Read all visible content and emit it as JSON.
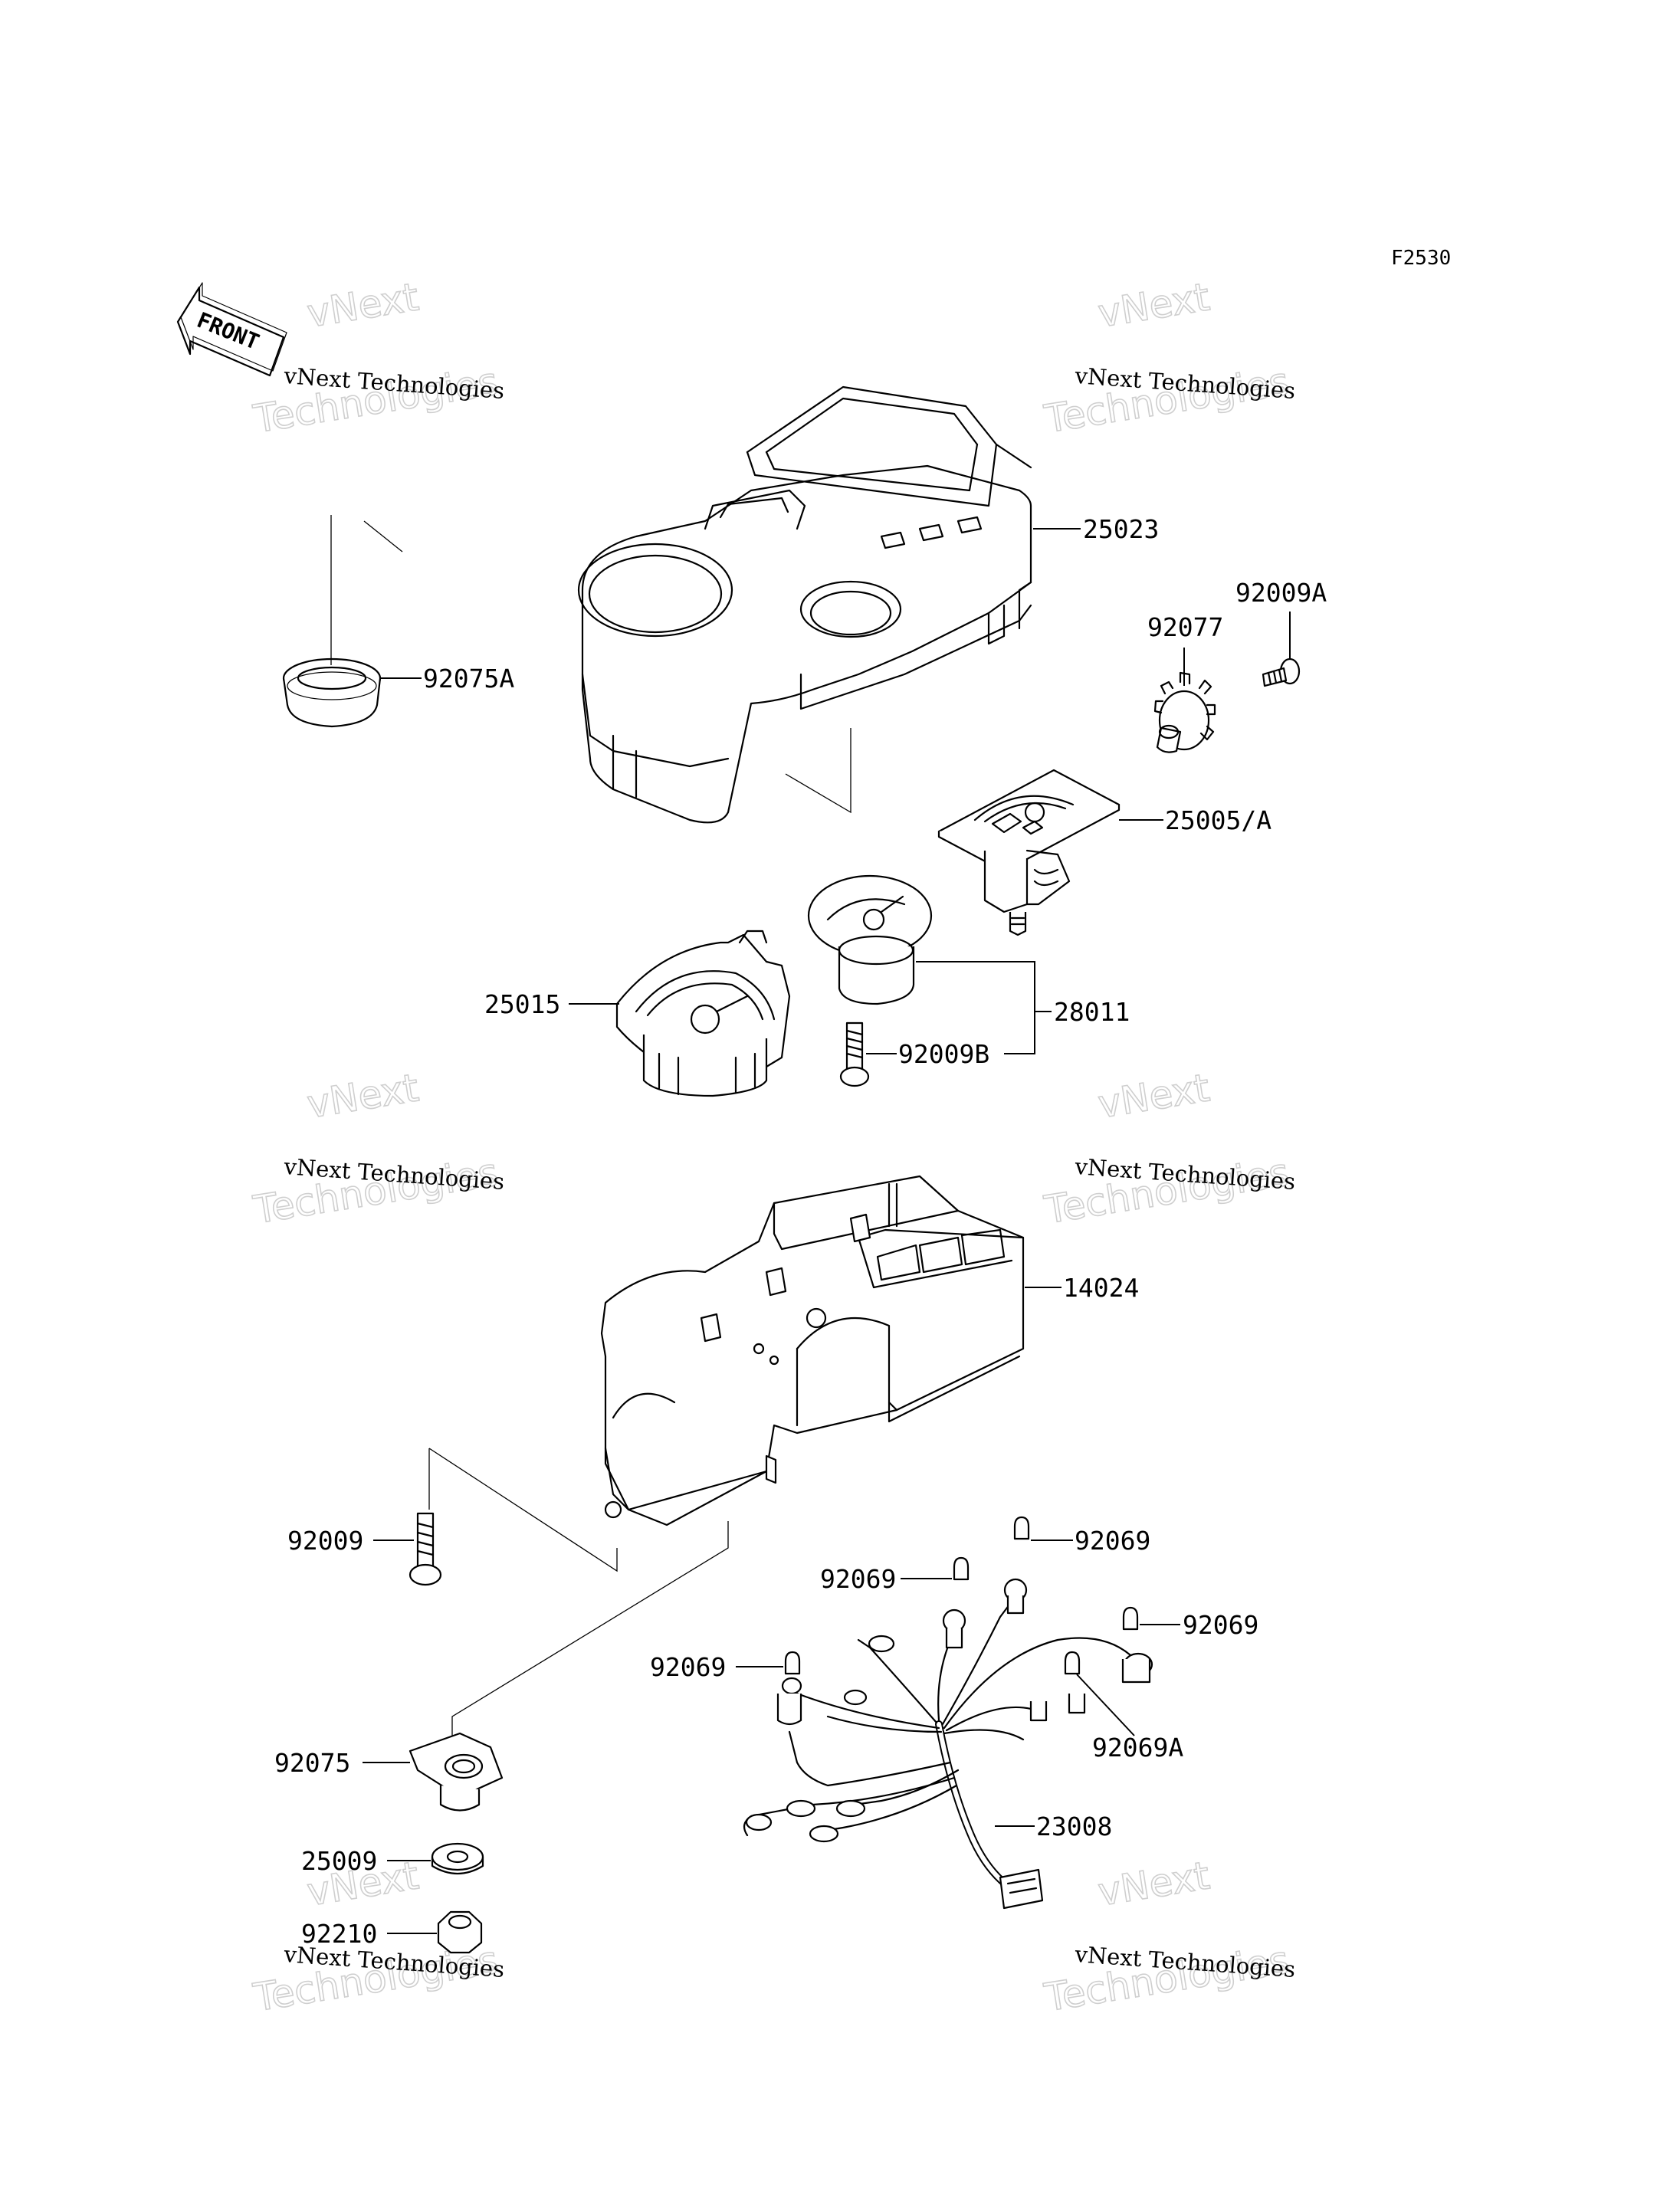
{
  "figure_id": "F2530",
  "front_label": "FRONT",
  "watermark": {
    "line1": "vNext",
    "line2": "vNext Technologies",
    "line3": "Technologies"
  },
  "parts": [
    {
      "id": "25023"
    },
    {
      "id": "92075A"
    },
    {
      "id": "92009A"
    },
    {
      "id": "92077"
    },
    {
      "id": "25005/A"
    },
    {
      "id": "25015"
    },
    {
      "id": "28011"
    },
    {
      "id": "92009B"
    },
    {
      "id": "14024"
    },
    {
      "id": "92009"
    },
    {
      "id": "92069"
    },
    {
      "id": "92069"
    },
    {
      "id": "92069"
    },
    {
      "id": "92069"
    },
    {
      "id": "92069A"
    },
    {
      "id": "92075"
    },
    {
      "id": "23008"
    },
    {
      "id": "25009"
    },
    {
      "id": "92210"
    }
  ]
}
